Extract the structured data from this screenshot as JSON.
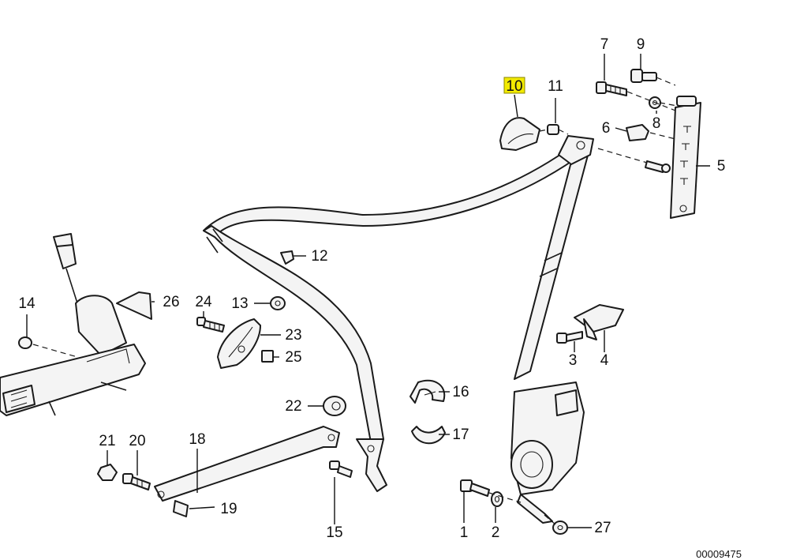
{
  "labels": [
    {
      "id": "1",
      "text": "1"
    },
    {
      "id": "2",
      "text": "2"
    },
    {
      "id": "3",
      "text": "3"
    },
    {
      "id": "4",
      "text": "4"
    },
    {
      "id": "5",
      "text": "5"
    },
    {
      "id": "6",
      "text": "6"
    },
    {
      "id": "7",
      "text": "7"
    },
    {
      "id": "8",
      "text": "8"
    },
    {
      "id": "9",
      "text": "9"
    },
    {
      "id": "10",
      "text": "10",
      "highlighted": true
    },
    {
      "id": "11",
      "text": "11"
    },
    {
      "id": "12",
      "text": "12"
    },
    {
      "id": "13",
      "text": "13"
    },
    {
      "id": "14",
      "text": "14"
    },
    {
      "id": "15",
      "text": "15"
    },
    {
      "id": "16",
      "text": "16"
    },
    {
      "id": "17",
      "text": "17"
    },
    {
      "id": "18",
      "text": "18"
    },
    {
      "id": "19",
      "text": "19"
    },
    {
      "id": "20",
      "text": "20"
    },
    {
      "id": "21",
      "text": "21"
    },
    {
      "id": "22",
      "text": "22"
    },
    {
      "id": "23",
      "text": "23"
    },
    {
      "id": "24",
      "text": "24"
    },
    {
      "id": "25",
      "text": "25"
    },
    {
      "id": "26",
      "text": "26"
    },
    {
      "id": "27",
      "text": "27"
    }
  ],
  "catalog_number": "00009475",
  "highlight_color": "#f2ea00"
}
